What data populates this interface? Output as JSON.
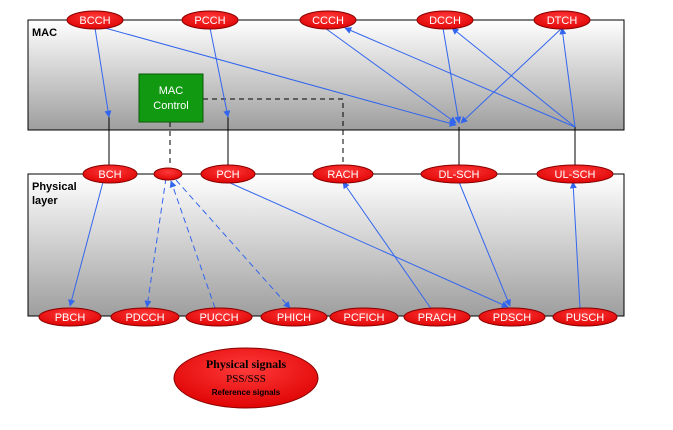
{
  "colors": {
    "oval_fill": "#ee0000",
    "oval_stroke": "#880000",
    "arrow": "#3366ee",
    "mac_control_fill": "#119911",
    "box_gradient_top": "#ffffff",
    "box_gradient_bottom": "#9e9e9e"
  },
  "mac": {
    "title": "MAC",
    "logical_channels": [
      "BCCH",
      "PCCH",
      "CCCH",
      "DCCH",
      "DTCH"
    ],
    "control": {
      "line1": "MAC",
      "line2": "Control"
    }
  },
  "transport": {
    "channels": [
      "BCH",
      "",
      "PCH",
      "RACH",
      "DL-SCH",
      "UL-SCH"
    ]
  },
  "physical": {
    "title_line1": "Physical",
    "title_line2": "layer",
    "channels": [
      "PBCH",
      "PDCCH",
      "PUCCH",
      "PHICH",
      "PCFICH",
      "PRACH",
      "PDSCH",
      "PUSCH"
    ]
  },
  "signals": {
    "line1": "Physical signals",
    "line2": "PSS/SSS",
    "line3": "Reference signals"
  }
}
